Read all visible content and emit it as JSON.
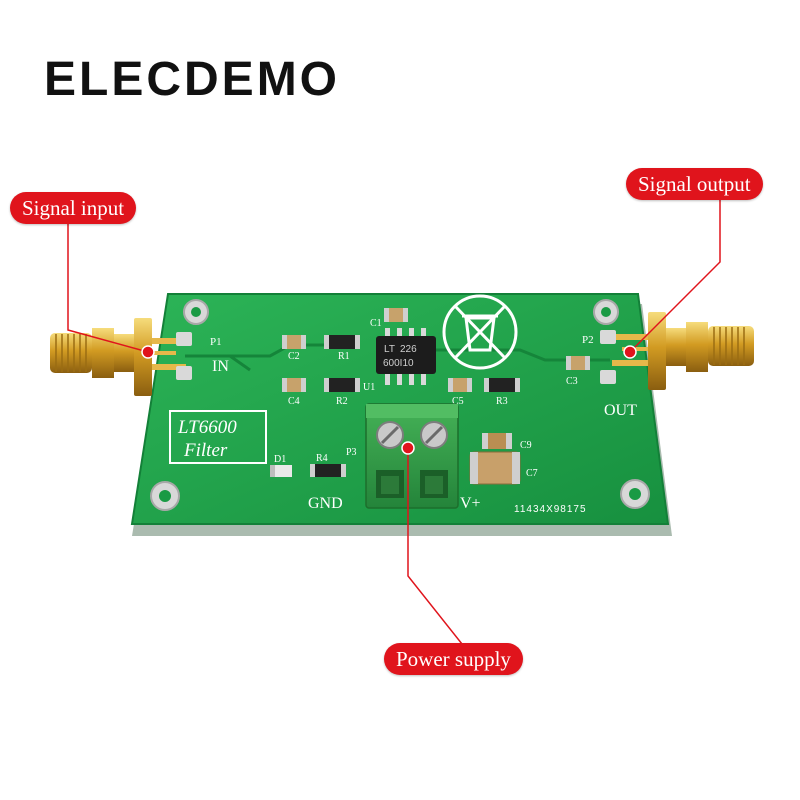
{
  "brand": "ELECDEMO",
  "callouts": {
    "signal_input": "Signal input",
    "signal_output": "Signal output",
    "power_supply": "Power supply"
  },
  "board": {
    "title_line1": "LT6600",
    "title_line2": "Filter",
    "in_label": "IN",
    "out_label": "OUT",
    "gnd_label": "GND",
    "vplus_label": "V+",
    "serial": "11434X98175",
    "ic_line1": "226",
    "ic_line2": "600I10",
    "refdes": {
      "p1": "P1",
      "p2": "P2",
      "p3": "P3",
      "c1": "C1",
      "c2": "C2",
      "c3": "C3",
      "c4": "C4",
      "c5": "C5",
      "c7": "C7",
      "c9": "C9",
      "r1": "R1",
      "r2": "R2",
      "r3": "R3",
      "r4": "R4",
      "u1": "U1",
      "d1": "D1"
    }
  },
  "colors": {
    "pcb": "#1fa24a",
    "callout": "#e0141c",
    "connector_gold": "#d6a12c",
    "terminal_block": "#2f9a43"
  }
}
